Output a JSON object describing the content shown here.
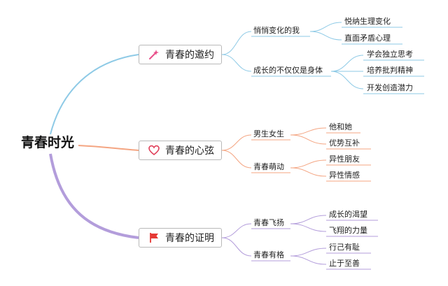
{
  "root": {
    "label": "青春时光"
  },
  "branches": [
    {
      "label": "青春的邀约",
      "icon": "magic-wand-icon",
      "color": "#8ecae6",
      "children": [
        {
          "label": "悄悄变化的我",
          "children": [
            {
              "label": "悦纳生理变化"
            },
            {
              "label": "直面矛盾心理"
            }
          ]
        },
        {
          "label": "成长的不仅仅是身体",
          "children": [
            {
              "label": "学会独立思考"
            },
            {
              "label": "培养批判精神"
            },
            {
              "label": "开发创造潜力"
            }
          ]
        }
      ]
    },
    {
      "label": "青春的心弦",
      "icon": "heart-icon",
      "color": "#f4a582",
      "children": [
        {
          "label": "男生女生",
          "children": [
            {
              "label": "他和她"
            },
            {
              "label": "优势互补"
            }
          ]
        },
        {
          "label": "青春萌动",
          "children": [
            {
              "label": "异性朋友"
            },
            {
              "label": "异性情感"
            }
          ]
        }
      ]
    },
    {
      "label": "青春的证明",
      "icon": "red-flag-icon",
      "color": "#b39ddb",
      "children": [
        {
          "label": "青春飞扬",
          "children": [
            {
              "label": "成长的渴望"
            },
            {
              "label": "飞翔的力量"
            }
          ]
        },
        {
          "label": "青春有格",
          "children": [
            {
              "label": "行己有耻"
            },
            {
              "label": "止于至善"
            }
          ]
        }
      ]
    }
  ]
}
